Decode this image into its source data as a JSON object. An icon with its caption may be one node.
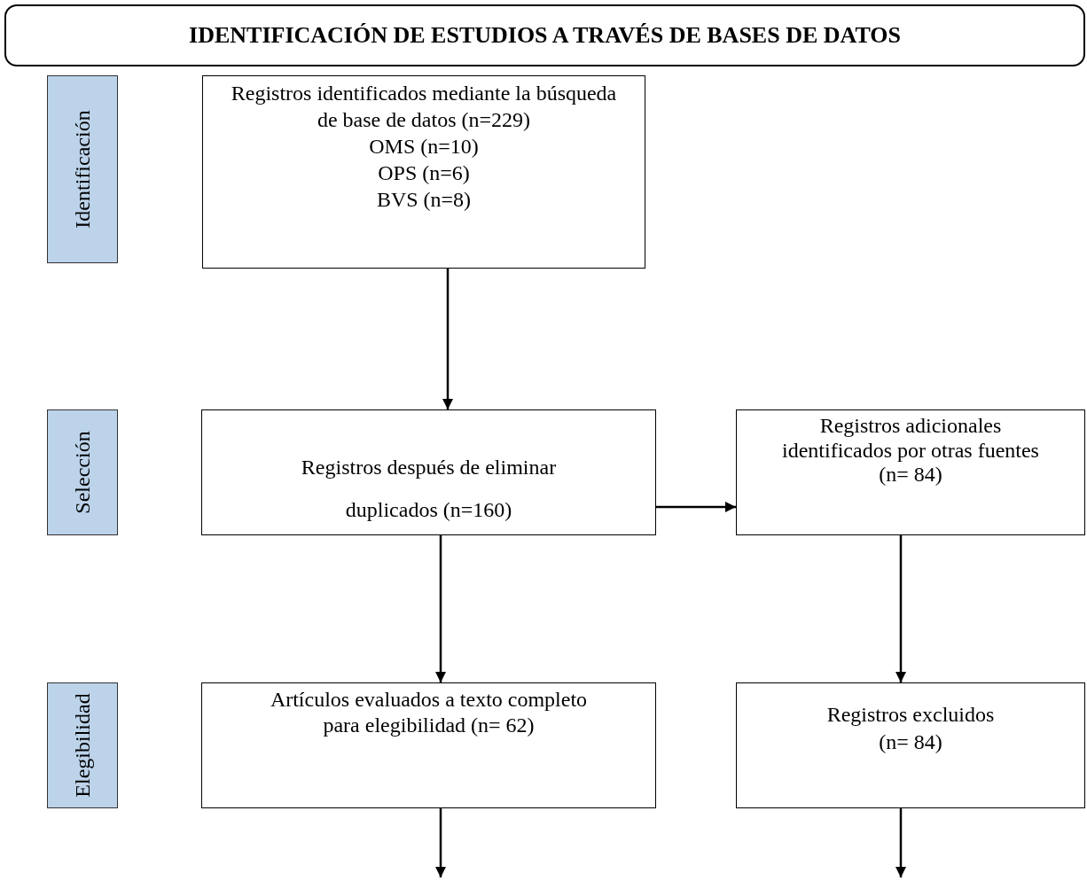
{
  "diagram": {
    "nodes": [
      {
        "text": [
          "IDENTIFICACIÓN DE ESTUDIOS A TRAVÉS DE BASES DE DATOS"
        ]
      },
      {
        "text": [
          "Identificación"
        ]
      },
      {
        "text": [
          "Registros identificados mediante la búsqueda de base de datos (n=229)",
          "OMS (n=10)",
          "OPS (n=6)",
          "BVS (n=8)"
        ]
      },
      {
        "text": [
          "Selección"
        ]
      },
      {
        "text": [
          "Registros después de eliminar duplicados  (n=160)"
        ]
      },
      {
        "text": [
          "Registros adicionales identificados por otras fuentes (n= 84)"
        ]
      },
      {
        "text": [
          "Elegibilidad"
        ]
      },
      {
        "text": [
          "Artículos evaluados a texto completo para elegibilidad (n= 62)"
        ]
      },
      {
        "text": [
          "Registros excluidos (n= 84)"
        ]
      }
    ],
    "edges": [
      {
        "from": 2,
        "to": 4,
        "arrow": "to"
      },
      {
        "from": 4,
        "to": 5,
        "arrow": "to"
      },
      {
        "from": 4,
        "to": 7,
        "arrow": "to"
      },
      {
        "from": 5,
        "to": 8,
        "arrow": "to"
      },
      {
        "from": 7,
        "to": null,
        "arrow": "to"
      },
      {
        "from": 8,
        "to": null,
        "arrow": "to"
      }
    ]
  }
}
